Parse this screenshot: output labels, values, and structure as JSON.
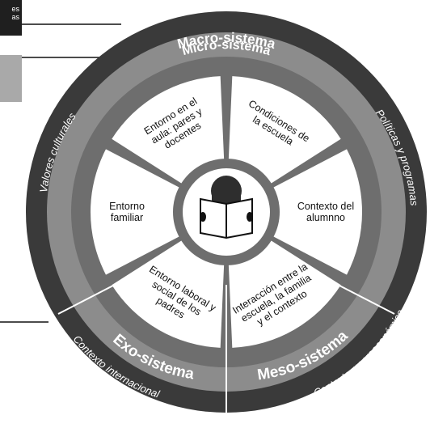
{
  "diagram": {
    "colors": {
      "outer_ring": "#3a3a3a",
      "middle_ring": "#8c8c8c",
      "inner_ring": "#6e6e6e",
      "segment_fill": "#ffffff",
      "side_box": "#a9a9a9",
      "center_dark": "#2e2e2e"
    },
    "top_left_fragment": "es\nas",
    "rings": {
      "macro": "Macro-sistema",
      "micro": "Micro-sistema",
      "exo": "Exo-sistema",
      "meso": "Meso-sistema"
    },
    "outer_labels": {
      "valores": "Valores culturales",
      "politicas": "Políticas y programas",
      "internacional": "Contexto internacional",
      "macroeconomico": "Contexto macroeconómico"
    },
    "segments": {
      "aula": [
        "Entorno en el",
        "aula: pares y",
        "docentes"
      ],
      "escuela": [
        "Condiciones de",
        "la escuela"
      ],
      "alumno": [
        "Contexto del",
        "alumnno"
      ],
      "interaccion": [
        "Interacción entre la",
        "escuela, la familia",
        "y el contexto"
      ],
      "laboral": [
        "Entorno laboral y",
        "social de los",
        "padres"
      ],
      "familiar": [
        "Entorno",
        "familiar"
      ]
    },
    "center_icon": "student-reading-icon"
  }
}
